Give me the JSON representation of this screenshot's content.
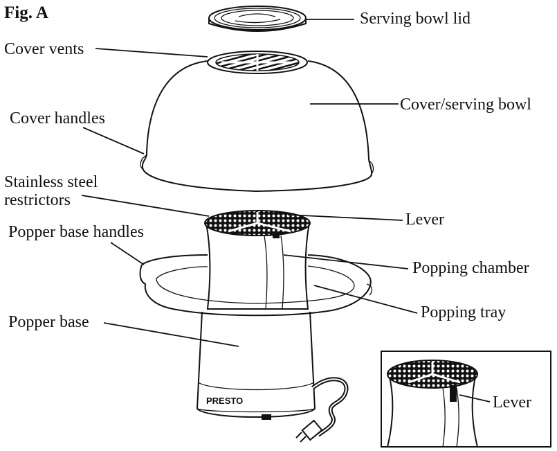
{
  "figure_label": "Fig. A",
  "brand": "PRESTO",
  "labels": {
    "serving_bowl_lid": "Serving bowl lid",
    "cover_vents": "Cover vents",
    "cover_serving_bowl": "Cover/serving bowl",
    "cover_handles": "Cover handles",
    "stainless_steel_restrictors_line1": "Stainless steel",
    "stainless_steel_restrictors_line2": "restrictors",
    "lever": "Lever",
    "popper_base_handles": "Popper base handles",
    "popping_chamber": "Popping chamber",
    "popping_tray": "Popping tray",
    "popper_base": "Popper base",
    "inset_lever": "Lever"
  },
  "colors": {
    "line": "#111111",
    "background": "#ffffff"
  }
}
